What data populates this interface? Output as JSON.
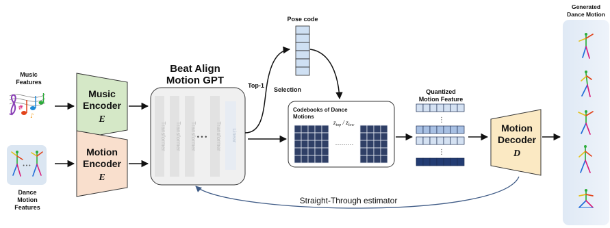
{
  "inputs": {
    "music_label_1": "Music",
    "music_label_2": "Features",
    "dance_label_1": "Dance",
    "dance_label_2": "Motion",
    "dance_label_3": "Features",
    "dance_dots": "• • •"
  },
  "encoders": {
    "music_name_1": "Music",
    "music_name_2": "Encoder",
    "music_symbol": "E",
    "motion_name_1": "Motion",
    "motion_name_2": "Encoder",
    "motion_symbol": "E"
  },
  "gpt": {
    "title_1": "Beat Align",
    "title_2": "Motion GPT",
    "layers": [
      "Transformer",
      "Transformer",
      "Transformer",
      "Transformer"
    ],
    "ellipsis": "• • •",
    "linear": "Linear"
  },
  "pose_code": {
    "title": "Pose code"
  },
  "selection": {
    "top1": "Top-1",
    "label": "Selection"
  },
  "codebook": {
    "title_1": "Codebooks of Dance",
    "title_2": "Motions",
    "z_main": "z",
    "z_top": "top",
    "z_sep": " / ",
    "z_low": "low",
    "dots": "·········"
  },
  "quantized": {
    "title_1": "Quantized",
    "title_2": "Motion Feature",
    "dots": "⋮"
  },
  "decoder": {
    "name_1": "Motion",
    "name_2": "Decoder",
    "symbol": "D"
  },
  "output": {
    "title_1": "Generated",
    "title_2": "Dance Motion"
  },
  "feedback": {
    "label": "Straight-Through estimator"
  },
  "colors": {
    "music_encoder": "#d5e8c7",
    "motion_encoder": "#f9dfcd",
    "decoder": "#fbe9c3",
    "gpt_box": "#f0f0f0",
    "pose_cell": "#cfe0f3",
    "codebook_cell": "#2f3f66",
    "quant_light": "#d4e1f2",
    "quant_mid": "#a8c0e3",
    "quant_dark": "#233c73",
    "feedback": "#3f5b86"
  }
}
